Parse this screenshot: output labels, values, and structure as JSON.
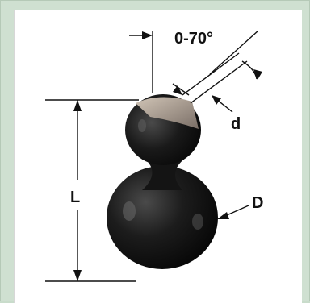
{
  "labels": {
    "angle": "0-70°",
    "diameter_small": "d",
    "length": "L",
    "diameter_large": "D"
  },
  "colors": {
    "background": "#c9dccb",
    "panel": "#ffffff",
    "line": "#111111",
    "body": "#1a1a1a"
  }
}
